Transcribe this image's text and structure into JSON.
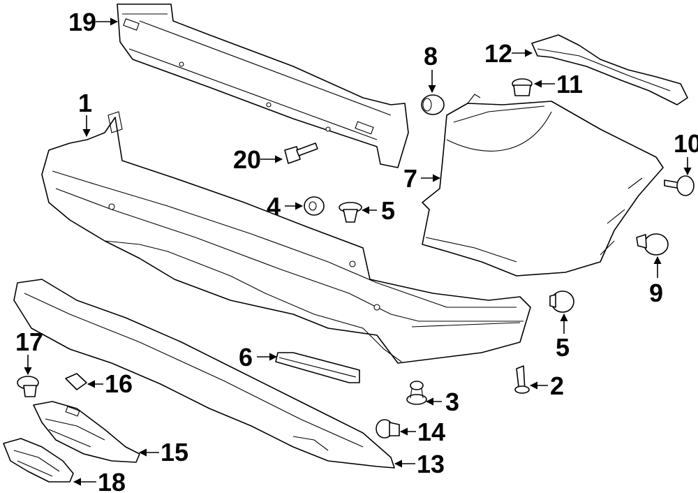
{
  "callouts": {
    "c1": "1",
    "c2": "2",
    "c3": "3",
    "c4": "4",
    "c5a": "5",
    "c5b": "5",
    "c6": "6",
    "c7": "7",
    "c8": "8",
    "c9": "9",
    "c10": "10",
    "c11": "11",
    "c12": "12",
    "c13": "13",
    "c14": "14",
    "c15": "15",
    "c16": "16",
    "c17": "17",
    "c18": "18",
    "c19": "19",
    "c20": "20"
  },
  "colors": {
    "line": "#000000",
    "background": "#ffffff"
  }
}
